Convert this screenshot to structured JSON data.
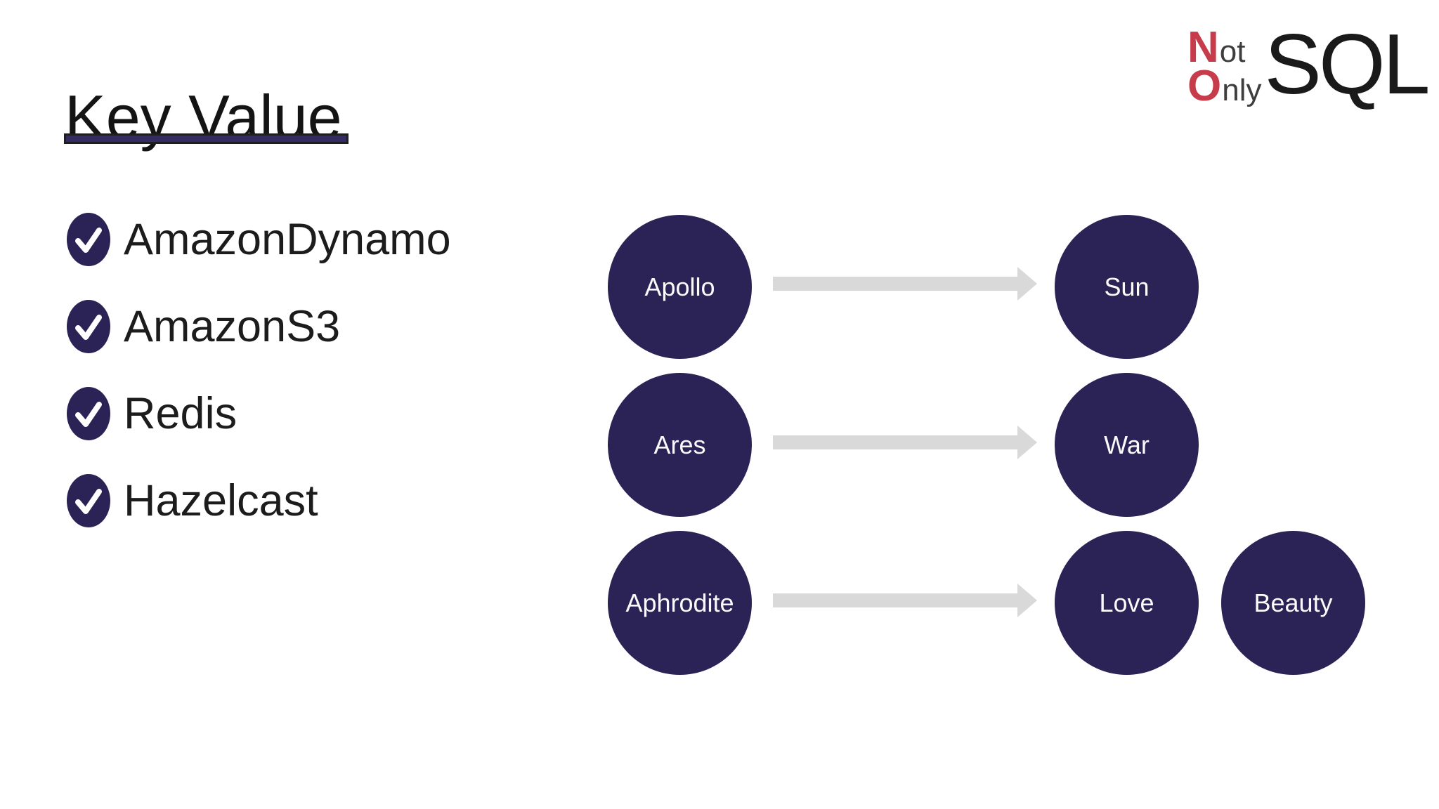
{
  "slide": {
    "title": "Key Value",
    "accent_color": "#2b2356",
    "underline_color": "#332b61",
    "arrow_color": "#d9d9d9",
    "background_color": "#ffffff"
  },
  "logo": {
    "name": "Not Only SQL",
    "big_n": "N",
    "small_ot": "ot",
    "big_o": "O",
    "small_nly": "nly",
    "sql": "SQL",
    "red_color": "#c73c4a",
    "dark_color": "#1a1a1a"
  },
  "checklist": {
    "items": [
      {
        "label": "AmazonDynamo",
        "checked": true
      },
      {
        "label": "AmazonS3",
        "checked": true
      },
      {
        "label": "Redis",
        "checked": true
      },
      {
        "label": "Hazelcast",
        "checked": true
      }
    ]
  },
  "diagram": {
    "type": "key-value-mapping",
    "node_color": "#2b2356",
    "node_text_color": "#fafafa",
    "nodes": {
      "apollo": "Apollo",
      "ares": "Ares",
      "aphrodite": "Aphrodite",
      "sun": "Sun",
      "war": "War",
      "love": "Love",
      "beauty": "Beauty"
    },
    "mappings": [
      {
        "key": "Apollo",
        "values": [
          "Sun"
        ]
      },
      {
        "key": "Ares",
        "values": [
          "War"
        ]
      },
      {
        "key": "Aphrodite",
        "values": [
          "Love",
          "Beauty"
        ]
      }
    ]
  }
}
